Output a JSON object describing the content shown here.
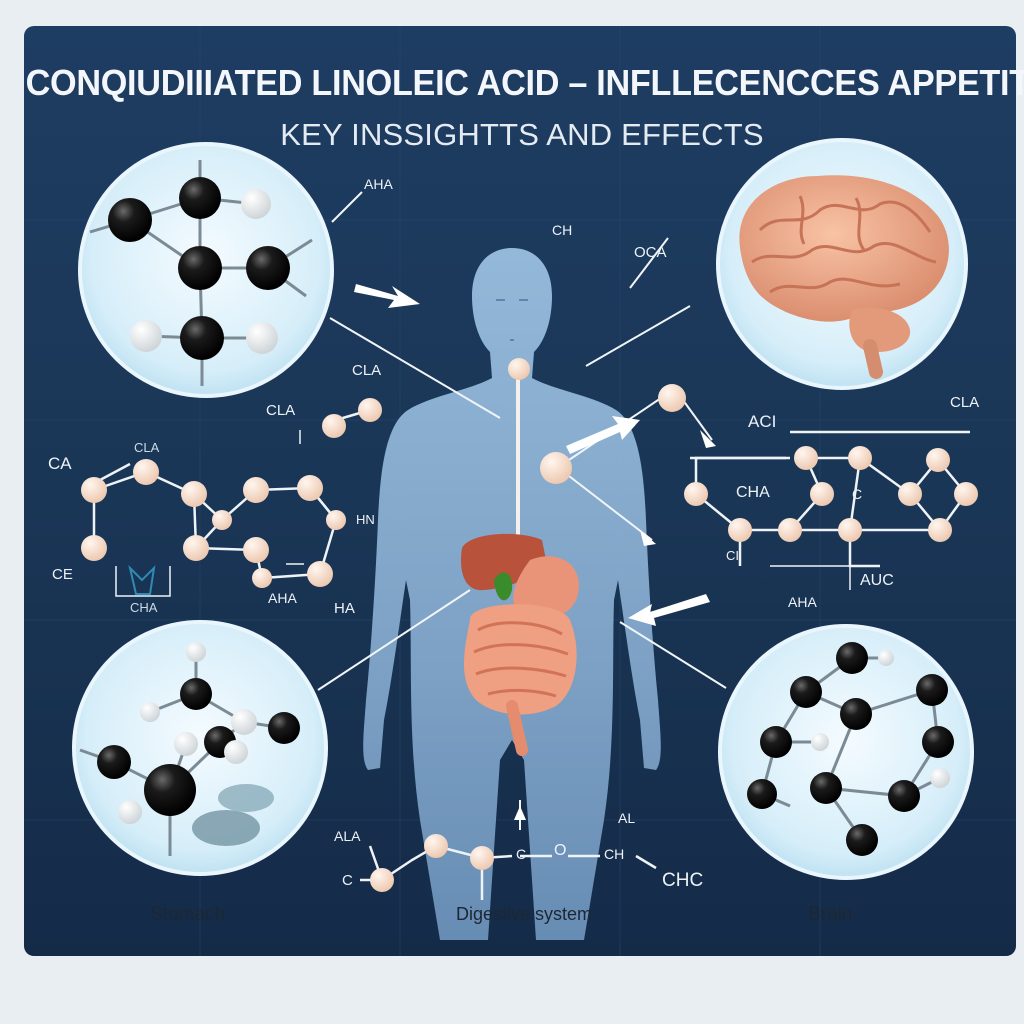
{
  "title": "CONQIUDIIIATED LINOLEIC ACID – INFLLECENCCES APPETITE",
  "subtitle": "KEY INSSIGHTTS AND EFFECTS",
  "captions": {
    "stomach": "Stomach",
    "digestive": "Digestive system",
    "brain": "Brain"
  },
  "chem_labels": {
    "aha_top": "AHA",
    "ch_top": "CH",
    "oca": "OCA",
    "cla_center": "CLA",
    "cla_left": "CLA",
    "ca": "CA",
    "cla_small": "CLA",
    "ce": "CE",
    "cha_small": "CHA",
    "hn": "HN",
    "aha_left": "AHA",
    "ha": "HA",
    "aci": "ACI",
    "cla_right": "CLA",
    "cha_right": "CHA",
    "c_right": "C",
    "ci": "CI",
    "auc": "AUC",
    "aha_right": "AHA",
    "ala": "ALA",
    "al": "AL",
    "c_bottom": "C",
    "c_bottom2": "C",
    "o_bottom": "O",
    "ch_bottom": "CH",
    "chc": "CHC"
  },
  "colors": {
    "panel_top": "#1c3a5e",
    "panel_bottom": "#17304f",
    "body_skin": "#8fb3d6",
    "atom_cream": "#f6dccb",
    "atom_black": "#111111",
    "liver": "#c0553b",
    "intestine": "#ef9f82"
  }
}
